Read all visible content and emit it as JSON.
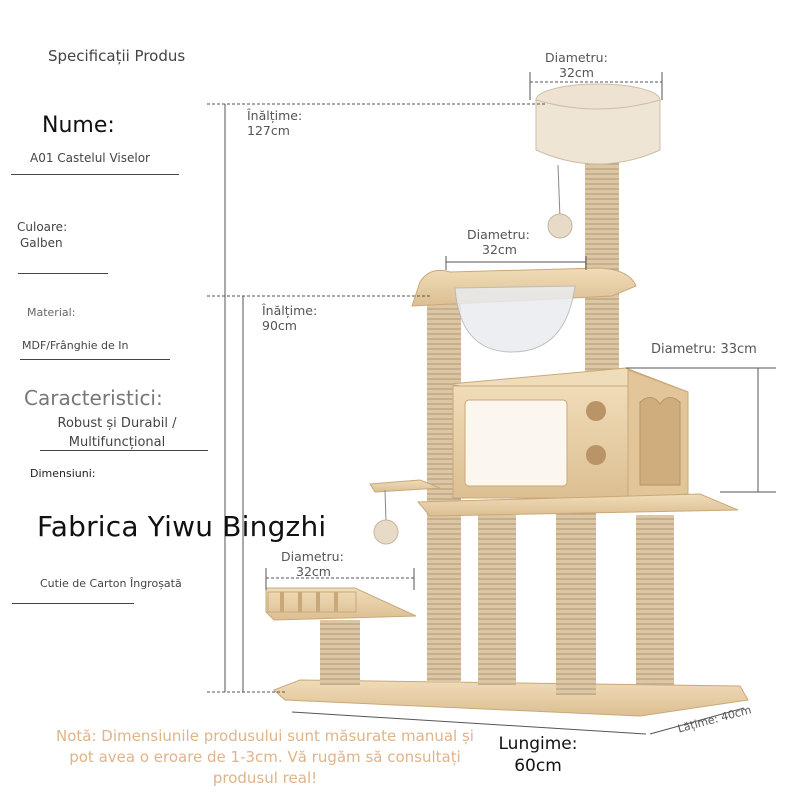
{
  "header": {
    "title": "Specificații Produs"
  },
  "name": {
    "label": "Nume:",
    "value": "A01 Castelul Viselor"
  },
  "color": {
    "label": "Culoare:",
    "value": "Galben"
  },
  "material": {
    "label": "Material:",
    "value": "MDF/Frânghie de In"
  },
  "features": {
    "label": "Caracteristici:",
    "line1": "Robust și Durabil /",
    "line2": "Multifuncțional"
  },
  "dimensions": {
    "label": "Dimensiuni:"
  },
  "brand": {
    "value": "Fabrica Yiwu Bingzhi"
  },
  "packaging": {
    "value": "Cutie de Carton Îngroșată"
  },
  "note": {
    "text": "Notă: Dimensiunile produsului sunt măsurate manual și pot avea o eroare de 1-3cm. Vă rugăm să consultați produsul real!"
  },
  "measurements": {
    "top_diameter": {
      "label": "Diametru:",
      "value": "32cm"
    },
    "height_total": {
      "label": "Înălțime:",
      "value": "127cm"
    },
    "bowl_diameter": {
      "label": "Diametru:",
      "value": "32cm"
    },
    "height_mid": {
      "label": "Înălțime:",
      "value": "90cm"
    },
    "box_diameter": {
      "value": "Diametru: 33cm"
    },
    "low_diameter": {
      "label": "Diametru:",
      "value": "32cm"
    },
    "length": {
      "label": "Lungime:",
      "value": "60cm"
    },
    "width": {
      "value": "Lățime: 40cm"
    }
  },
  "colors": {
    "wood": "#e8cfa6",
    "rope": "#d9c2a0",
    "plush": "#efe4d4",
    "note": "#e0b48a"
  }
}
